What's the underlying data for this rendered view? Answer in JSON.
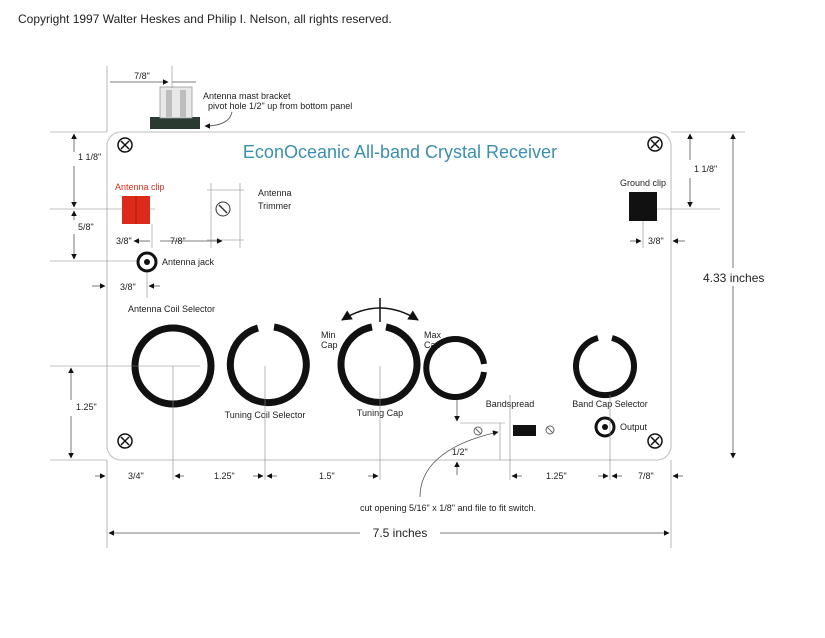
{
  "copyright": "Copyright 1997 Walter Heskes and Philip I. Nelson, all rights reserved.",
  "title": "EconOceanic All-band Crystal Receiver",
  "colors": {
    "title": "#3a8fb0",
    "antenna_clip": "#dd2a1b",
    "antenna_clip_label": "#e0301e",
    "ground_clip": "#111111",
    "panel_outline": "#c9c9c9"
  },
  "labels": {
    "antenna_mast_bracket": "Antenna mast bracket",
    "pivot_hole": "pivot hole 1/2\" up from bottom panel",
    "antenna_clip": "Antenna clip",
    "antenna_trimmer_1": "Antenna",
    "antenna_trimmer_2": "Trimmer",
    "ground_clip": "Ground clip",
    "antenna_jack": "Antenna jack",
    "antenna_coil_selector": "Antenna Coil Selector",
    "tuning_coil_selector": "Tuning Coil Selector",
    "tuning_cap": "Tuning Cap",
    "min_cap_1": "Min",
    "min_cap_2": "Cap",
    "max_cap_1": "Max",
    "max_cap_2": "Cap",
    "bandspread": "Bandspread",
    "band_cap_selector": "Band Cap Selector",
    "output": "Output",
    "cut_opening": "cut opening 5/16\" x 1/8\" and file to fit switch."
  },
  "dimensions": {
    "mast_width": "7/8\"",
    "top_left_vertical": "1 1/8\"",
    "clip_vertical": "5/8\"",
    "clip_to_trimmer": "7/8\"",
    "clip_left": "3/8\"",
    "jack_left": "3/8\"",
    "right_vertical": "1 1/8\"",
    "ground_right": "3/8\"",
    "panel_height": "4.33 inches",
    "knob_height": "1.25\"",
    "switch_height": "1/2\"",
    "left_offset": "3/4\"",
    "coil_spacing": "1.25\"",
    "cap_spacing": "1.5\"",
    "band_spacing": "1.25\"",
    "right_offset": "7/8\"",
    "panel_width": "7.5 inches"
  }
}
